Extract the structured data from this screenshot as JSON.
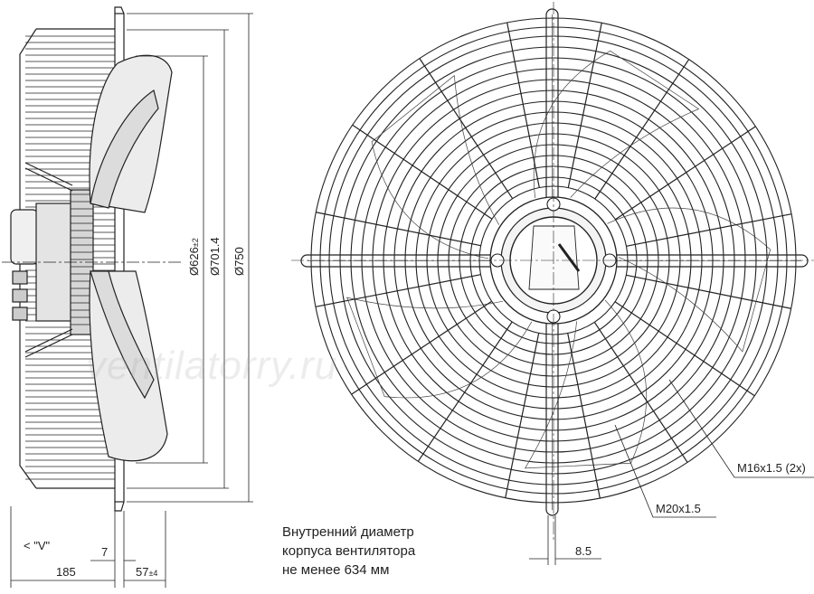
{
  "dimensions": {
    "d_inner": "Ø626",
    "d_inner_tol": "±2",
    "d_mid": "Ø701.4",
    "d_outer": "Ø750",
    "view_label": "< \"V\"",
    "dim_7": "7",
    "dim_185": "185",
    "dim_57": "57",
    "dim_57_tol": "±4",
    "dim_8_5": "8.5",
    "thread_m16": "M16x1.5 (2x)",
    "thread_m20": "M20x1.5"
  },
  "note": {
    "line1": "Внутренний диаметр",
    "line2": "корпуса вентилятора",
    "line3": "не менее 634 мм"
  },
  "watermark": "ventilatorry.ru"
}
